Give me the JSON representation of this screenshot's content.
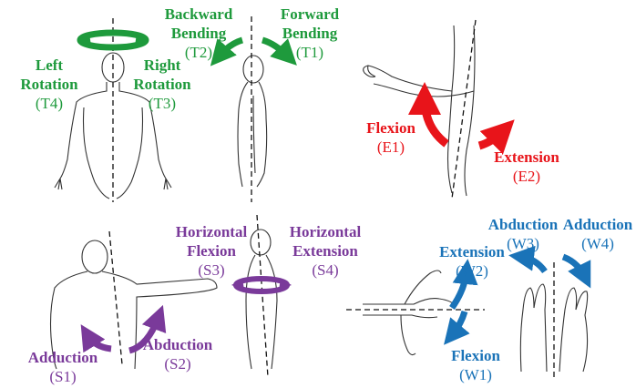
{
  "colors": {
    "trunk": "#1e9a3c",
    "elbow": "#e8141a",
    "shoulder": "#7a3a9a",
    "wrist": "#1a73b8",
    "outline": "#333333"
  },
  "trunk": {
    "backward_bending": {
      "name_line1": "Backward",
      "name_line2": "Bending",
      "code": "(T2)"
    },
    "forward_bending": {
      "name_line1": "Forward",
      "name_line2": "Bending",
      "code": "(T1)"
    },
    "left_rotation": {
      "name_line1": "Left",
      "name_line2": "Rotation",
      "code": "(T4)"
    },
    "right_rotation": {
      "name_line1": "Right",
      "name_line2": "Rotation",
      "code": "(T3)"
    }
  },
  "elbow": {
    "flexion": {
      "name": "Flexion",
      "code": "(E1)"
    },
    "extension": {
      "name": "Extension",
      "code": "(E2)"
    }
  },
  "shoulder": {
    "horizontal_flexion": {
      "name_line1": "Horizontal",
      "name_line2": "Flexion",
      "code": "(S3)"
    },
    "horizontal_extension": {
      "name_line1": "Horizontal",
      "name_line2": "Extension",
      "code": "(S4)"
    },
    "adduction": {
      "name": "Adduction",
      "code": "(S1)"
    },
    "abduction": {
      "name": "Abduction",
      "code": "(S2)"
    }
  },
  "wrist": {
    "abduction": {
      "name": "Abduction",
      "code": "(W3)"
    },
    "adduction": {
      "name": "Adduction",
      "code": "(W4)"
    },
    "extension": {
      "name": "Extension",
      "code": "(W2)"
    },
    "flexion": {
      "name": "Flexion",
      "code": "(W1)"
    }
  }
}
